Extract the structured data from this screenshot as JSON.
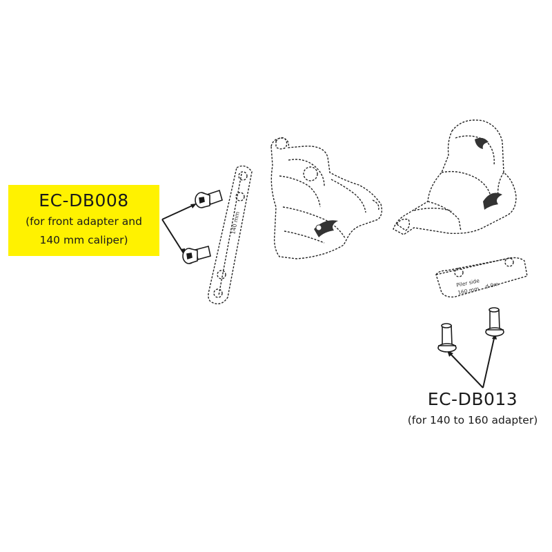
{
  "callouts": [
    {
      "part_number": "EC-DB008",
      "description": [
        "(for front adapter and",
        "140 mm caliper)"
      ],
      "highlight_color": "#fff200"
    },
    {
      "part_number": "EC-DB013",
      "description": [
        "(for 140 to 160 adapter)"
      ],
      "highlight_color": "#ffffff"
    }
  ],
  "adapter_markings": {
    "flat_mount_adapter": "140 mm",
    "adapter_140_160": [
      "Piler side",
      "160 mm",
      "d 0m"
    ]
  },
  "colors": {
    "line": "#1a1a1a",
    "dashed_outline": "#222222",
    "highlight": "#fff200"
  }
}
